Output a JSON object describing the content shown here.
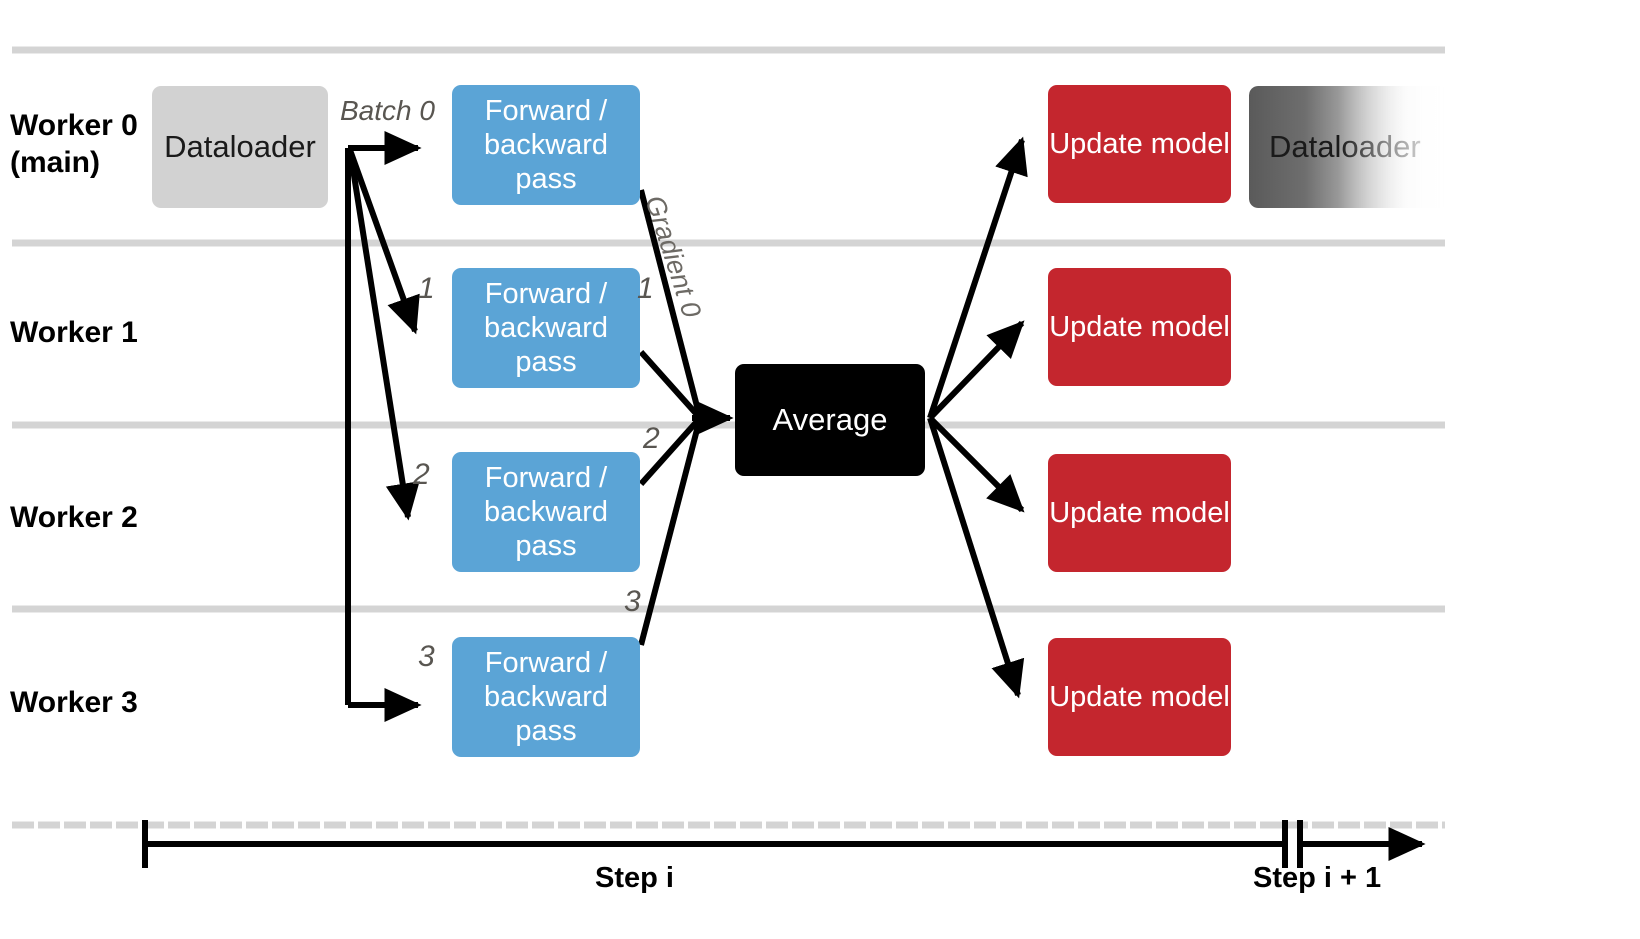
{
  "diagram": {
    "title": "Distributed Data Parallel training step",
    "colors": {
      "dataloader": "#d2d2d2",
      "forward_backward": "#5ba4d6",
      "average": "#000000",
      "update_model": "#c4262e",
      "separator": "#d4d4d4",
      "label_gray": "#595651"
    }
  },
  "rows": [
    {
      "label": "Worker 0\n(main)"
    },
    {
      "label": "Worker 1"
    },
    {
      "label": "Worker 2"
    },
    {
      "label": "Worker 3"
    }
  ],
  "nodes": {
    "dataloader": "Dataloader",
    "dataloader_next": "Dataloader",
    "forward_backward": "Forward /\nbackward pass",
    "average": "Average",
    "update_model": "Update model"
  },
  "forward_backward_boxes": [
    "Forward /\nbackward pass",
    "Forward /\nbackward pass",
    "Forward /\nbackward pass",
    "Forward /\nbackward pass"
  ],
  "update_model_boxes": [
    "Update model",
    "Update model",
    "Update model",
    "Update model"
  ],
  "edge_labels": {
    "batch_0": "Batch 0",
    "batch_1": "1",
    "batch_2": "2",
    "batch_3": "3",
    "gradient_0": "Gradient 0",
    "gradient_1": "1",
    "gradient_2": "2",
    "gradient_3": "3"
  },
  "timeline": {
    "step_current": "Step i",
    "step_next": "Step i + 1"
  }
}
